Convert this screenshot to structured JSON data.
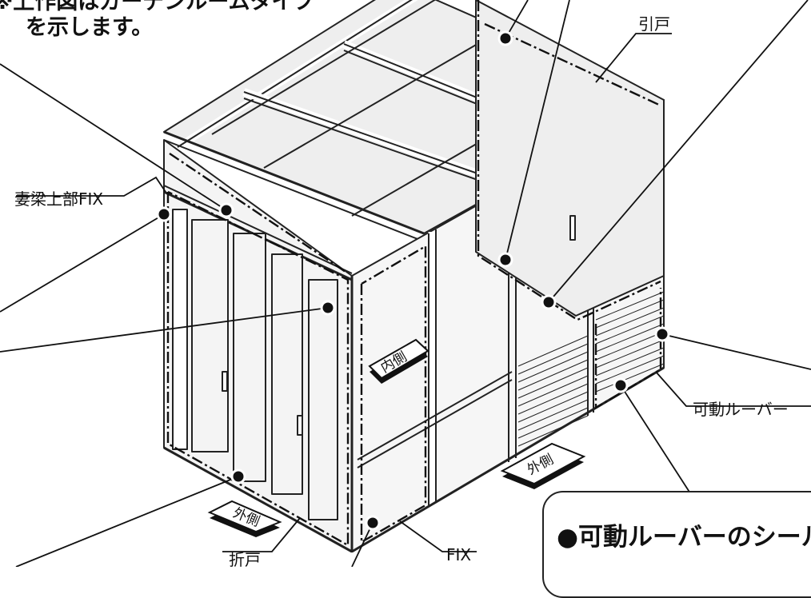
{
  "note": {
    "line1": "※上作図はガーデンルームタイプ",
    "line2": "を示します。"
  },
  "labels": {
    "sliding_door": "引戸",
    "gable_beam_fix": "妻梁上部FIX",
    "movable_louver": "可動ルーバー",
    "folding_door": "折戸",
    "fix": "FIX"
  },
  "plates": {
    "inner": "内側",
    "outer": "外側"
  },
  "panel": {
    "title": "●可動ルーバーのシール"
  }
}
